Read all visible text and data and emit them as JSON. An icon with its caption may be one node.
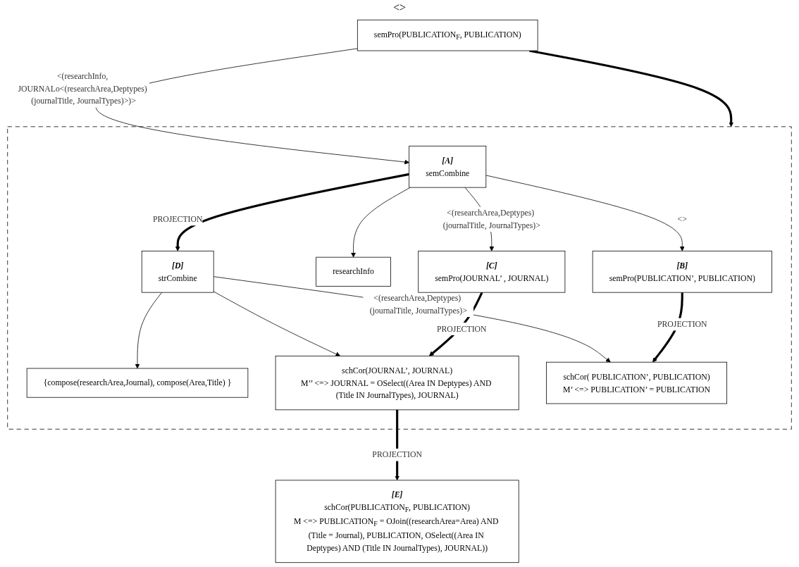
{
  "diagram": {
    "nodes": [
      {
        "text": [
          "semPro(PUBLICATION$_{F}$, PUBLICATION)"
        ]
      },
      {
        "text": [],
        "shape": "box"
      },
      {
        "text": [
          "[A]",
          "semCombine"
        ],
        "in": 1
      },
      {
        "text": [
          "[D]",
          "strCombine"
        ],
        "in": 1
      },
      {
        "text": [
          "{compose(researchArea,Journal), compose(Area,Title) }"
        ],
        "in": 1
      },
      {
        "text": [
          "researchInfo"
        ],
        "in": 1
      },
      {
        "text": [
          "[B]",
          "semPro(PUBLICATION’, PUBLICATION)"
        ],
        "in": 1
      },
      {
        "text": [
          "[C]",
          "semPro(JOURNAL’ , JOURNAL)"
        ],
        "in": 1
      },
      {
        "text": [
          "schCor(JOURNAL’, JOURNAL)",
          "M’’ <=> JOURNAL = OSelect((Area IN Deptypes) AND (Title IN JournalTypes), JOURNAL)"
        ],
        "in": 1
      },
      {
        "text": [
          "schCor( PUBLICATION’, PUBLICATION)",
          "M’ <=> PUBLICATION’ = PUBLICATION"
        ],
        "in": 1
      },
      {
        "text": [
          "[E]",
          "schCor(PUBLICATION$_{F}$, PUBLICATION)",
          "M <=> PUBLICATION$_{F}$ = OJoin((researchArea=Area) AND (Title = Journal), PUBLICATION, OSelect((Area IN Deptypes) AND (Title IN JournalTypes), JOURNAL))"
        ]
      }
    ],
    "edges": [
      {
        "from": 0,
        "to": 1,
        "arrow": "to",
        "style": "thick"
      },
      {
        "from": 0,
        "to": 2,
        "arrow": "to",
        "label": "<(researchInfo, JOURNALo<(researchArea,Deptypes) (journalTitle, JournalTypes)>)>"
      },
      {
        "from": 2,
        "to": 3,
        "arrow": "to",
        "style": "thick",
        "label": "PROJECTION"
      },
      {
        "from": 2,
        "to": 5,
        "arrow": "to"
      },
      {
        "from": 2,
        "to": 6,
        "arrow": "to",
        "label": "<>"
      },
      {
        "from": 2,
        "to": 7,
        "arrow": "to",
        "label": "<(researchArea,Deptypes) (journalTitle, JournalTypes)>"
      },
      {
        "from": 3,
        "to": 4,
        "arrow": "to"
      },
      {
        "from": 3,
        "to": 9,
        "arrow": "to",
        "label": "<(researchArea,Deptypes) (journalTitle, JournalTypes)>"
      },
      {
        "from": 3,
        "to": 8,
        "arrow": "to"
      },
      {
        "from": 6,
        "to": 9,
        "arrow": "to",
        "style": "thick",
        "label": "PROJECTION"
      },
      {
        "from": 7,
        "to": 8,
        "arrow": "to",
        "style": "thick",
        "label": "PROJECTION"
      },
      {
        "from": 8,
        "to": 10,
        "arrow": "to",
        "style": "thick",
        "label": "PROJECTION"
      }
    ],
    "labels": [
      "<>"
    ]
  }
}
